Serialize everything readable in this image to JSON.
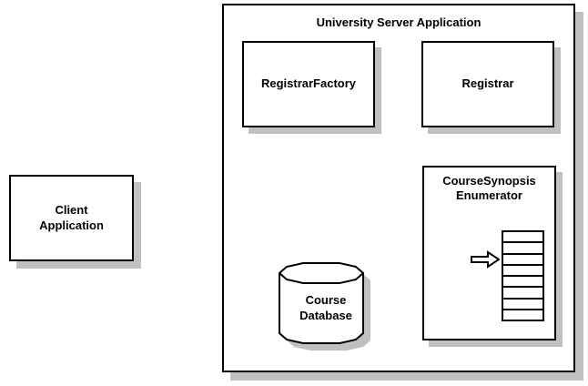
{
  "diagram": {
    "title": "University Server Application",
    "client": {
      "label": "Client\nApplication"
    },
    "registrar_factory": {
      "label": "RegistrarFactory"
    },
    "registrar": {
      "label": "Registrar"
    },
    "enumerator": {
      "label": "CourseSynopsis\nEnumerator",
      "cell_count": 8,
      "arrow": "right-arrow"
    },
    "database": {
      "label": "Course\nDatabase"
    }
  },
  "colors": {
    "background": "#ffffff",
    "stroke": "#000000",
    "shadow": "#c0c0c0",
    "fill": "#ffffff"
  }
}
